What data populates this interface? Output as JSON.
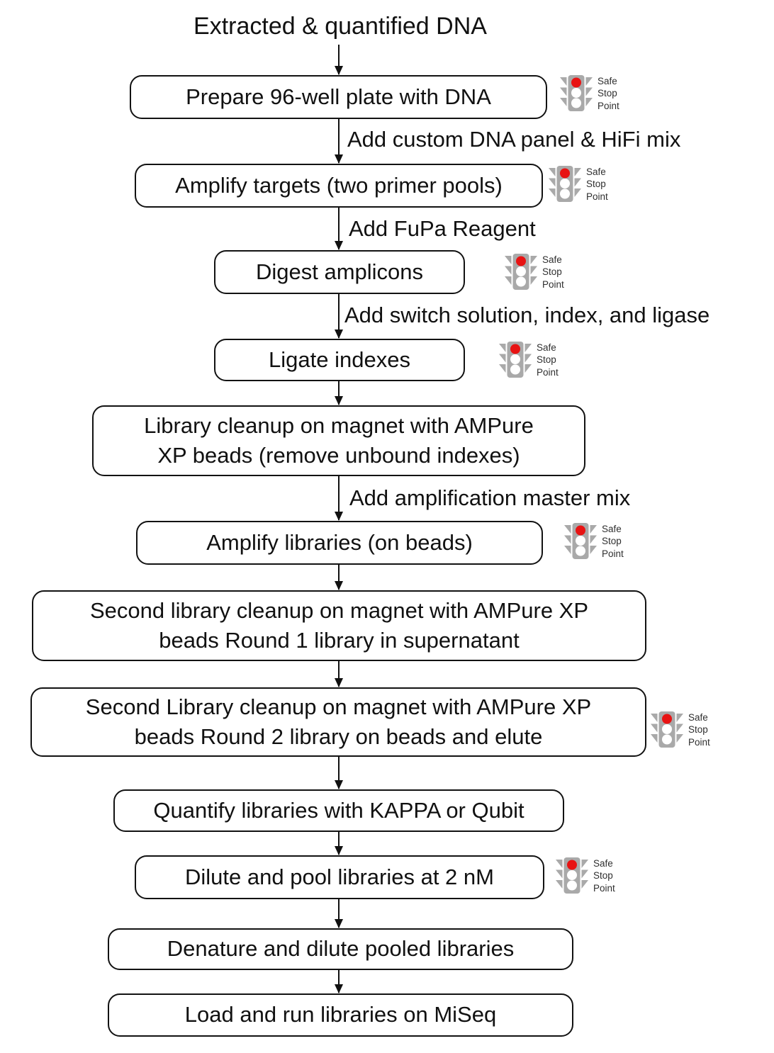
{
  "title": "Extracted & quantified DNA",
  "traffic_light": {
    "meaning": "Safe Stop Point",
    "lines": [
      "Safe",
      "Stop",
      "Point"
    ],
    "colors": {
      "body": "#a9a9a9",
      "active_light": "#e81313",
      "inactive_light": "#ffffff"
    }
  },
  "colors": {
    "background": "#ffffff",
    "box_fill": "#ffffff",
    "box_border": "#121212",
    "text": "#111111",
    "arrow": "#111111"
  },
  "steps": [
    {
      "lines": [
        "Prepare 96-well plate with DNA"
      ],
      "safe_stop_point": true
    },
    {
      "incoming_note": "Add custom DNA panel & HiFi mix",
      "lines": [
        "Amplify targets (two primer pools)"
      ],
      "safe_stop_point": true
    },
    {
      "incoming_note": "Add FuPa Reagent",
      "lines": [
        "Digest amplicons"
      ],
      "safe_stop_point": true
    },
    {
      "incoming_note": "Add switch solution, index, and ligase",
      "lines": [
        "Ligate indexes"
      ],
      "safe_stop_point": true
    },
    {
      "lines": [
        "Library cleanup on magnet with AMPure",
        "XP beads (remove unbound indexes)"
      ],
      "safe_stop_point": false
    },
    {
      "incoming_note": "Add amplification master mix",
      "lines": [
        "Amplify libraries (on beads)"
      ],
      "safe_stop_point": true
    },
    {
      "lines": [
        "Second library cleanup on magnet with AMPure XP",
        "beads Round 1 library in supernatant"
      ],
      "safe_stop_point": false
    },
    {
      "lines": [
        "Second Library cleanup on magnet with AMPure XP",
        "beads Round 2 library on beads and elute"
      ],
      "safe_stop_point": true
    },
    {
      "lines": [
        "Quantify libraries with KAPPA or Qubit"
      ],
      "safe_stop_point": false
    },
    {
      "lines": [
        "Dilute and pool libraries at 2 nM"
      ],
      "safe_stop_point": true
    },
    {
      "lines": [
        "Denature and dilute pooled libraries"
      ],
      "safe_stop_point": false
    },
    {
      "lines": [
        "Load and run libraries on MiSeq"
      ],
      "safe_stop_point": false
    }
  ]
}
